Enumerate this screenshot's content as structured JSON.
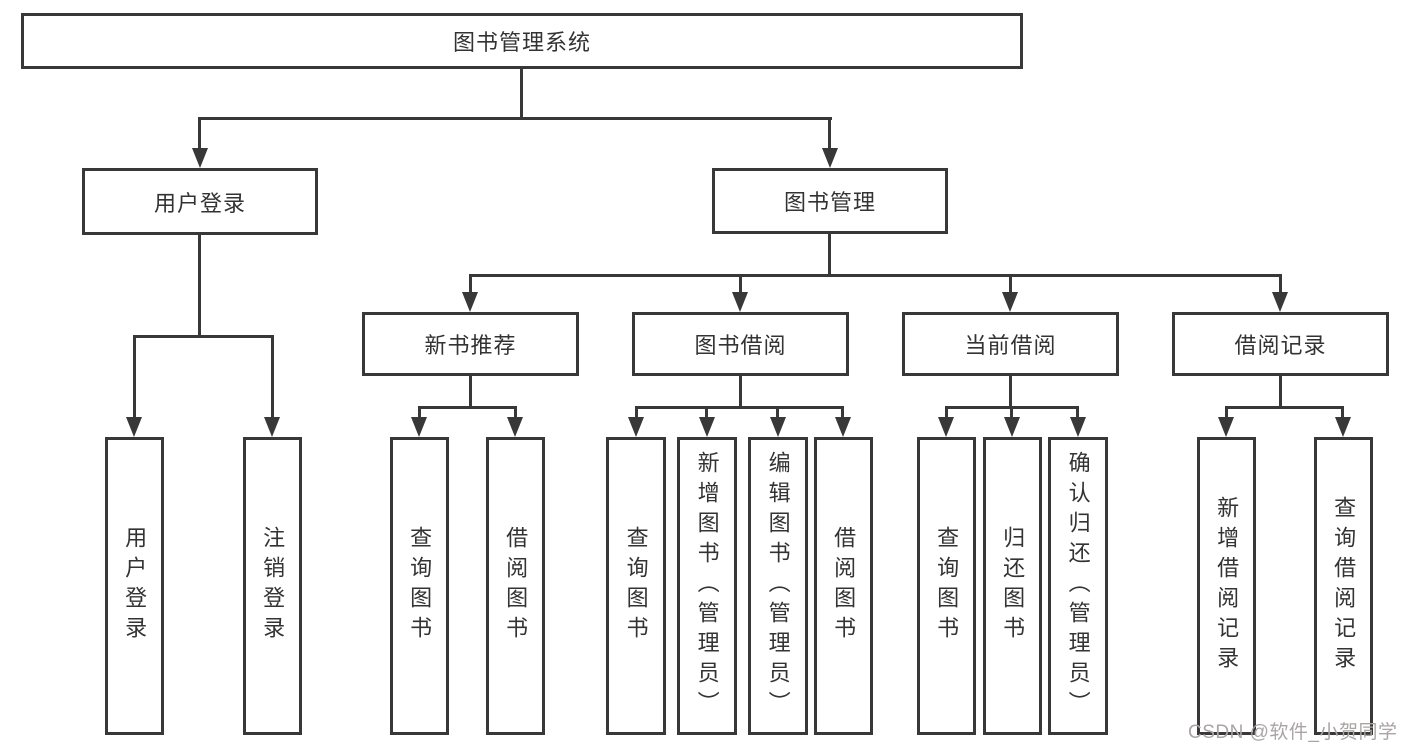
{
  "tree": {
    "label": "图书管理系统",
    "children": [
      {
        "label": "用户登录",
        "children": [
          {
            "label": "用户登录"
          },
          {
            "label": "注销登录"
          }
        ]
      },
      {
        "label": "图书管理",
        "children": [
          {
            "label": "新书推荐",
            "children": [
              {
                "label": "查询图书"
              },
              {
                "label": "借阅图书"
              }
            ]
          },
          {
            "label": "图书借阅",
            "children": [
              {
                "label": "查询图书"
              },
              {
                "label": "新增图书（管理员）"
              },
              {
                "label": "编辑图书（管理员）"
              },
              {
                "label": "借阅图书"
              }
            ]
          },
          {
            "label": "当前借阅",
            "children": [
              {
                "label": "查询图书"
              },
              {
                "label": "归还图书"
              },
              {
                "label": "确认归还（管理员）"
              }
            ]
          },
          {
            "label": "借阅记录",
            "children": [
              {
                "label": "新增借阅记录"
              },
              {
                "label": "查询借阅记录"
              }
            ]
          }
        ]
      }
    ]
  },
  "watermark": {
    "text": "CSDN @软件_小贺同学"
  },
  "colors": {
    "line": "#383838",
    "box_background": "#ffffff",
    "text": "#333333",
    "watermark_text": "#aba4a4",
    "page_background": "#ffffff"
  }
}
